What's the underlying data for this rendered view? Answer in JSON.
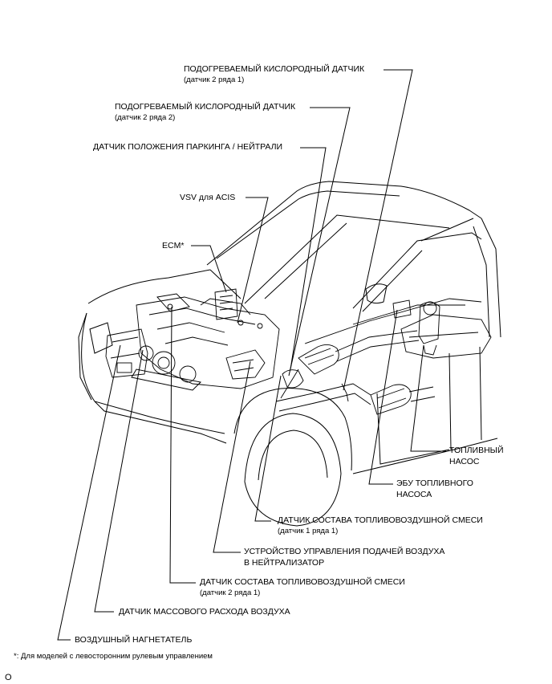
{
  "labels": {
    "o2_bank2_sensor1": {
      "title": "ПОДОГРЕВАЕМЫЙ КИСЛОРОДНЫЙ ДАТЧИК",
      "sub": "(датчик 2 ряда 1)"
    },
    "o2_bank2_sensor2": {
      "title": "ПОДОГРЕВАЕМЫЙ КИСЛОРОДНЫЙ ДАТЧИК",
      "sub": "(датчик 2 ряда 2)"
    },
    "park_neutral": {
      "title": "ДАТЧИК ПОЛОЖЕНИЯ ПАРКИНГА / НЕЙТРАЛИ"
    },
    "vsv_acis": {
      "title": "VSV для ACIS"
    },
    "ecm": {
      "title": "ECM*"
    },
    "fuel_pump": {
      "line1": "ТОПЛИВНЫЙ",
      "line2": "НАСОС"
    },
    "fuel_pump_ecu": {
      "line1": "ЭБУ ТОПЛИВНОГО",
      "line2": "НАСОСА"
    },
    "af_bank1": {
      "title": "ДАТЧИК СОСТАВА ТОПЛИВОВОЗДУШНОЙ СМЕСИ",
      "sub": "(датчик 1 ряда 1)"
    },
    "air_injection": {
      "line1": "УСТРОЙСТВО УПРАВЛЕНИЯ ПОДАЧЕЙ ВОЗДУХА",
      "line2": "В НЕЙТРАЛИЗАТОР"
    },
    "af_bank2": {
      "title": "ДАТЧИК СОСТАВА ТОПЛИВОВОЗДУШНОЙ СМЕСИ",
      "sub": "(датчик 2 ряда 1)"
    },
    "maf": {
      "title": "ДАТЧИК МАССОВОГО РАСХОДА ВОЗДУХА"
    },
    "blower": {
      "title": "ВОЗДУШНЫЙ НАГНЕТАТЕЛЬ"
    }
  },
  "footnote": "*: Для моделей с левосторонним рулевым управлением",
  "figure_code": "O"
}
